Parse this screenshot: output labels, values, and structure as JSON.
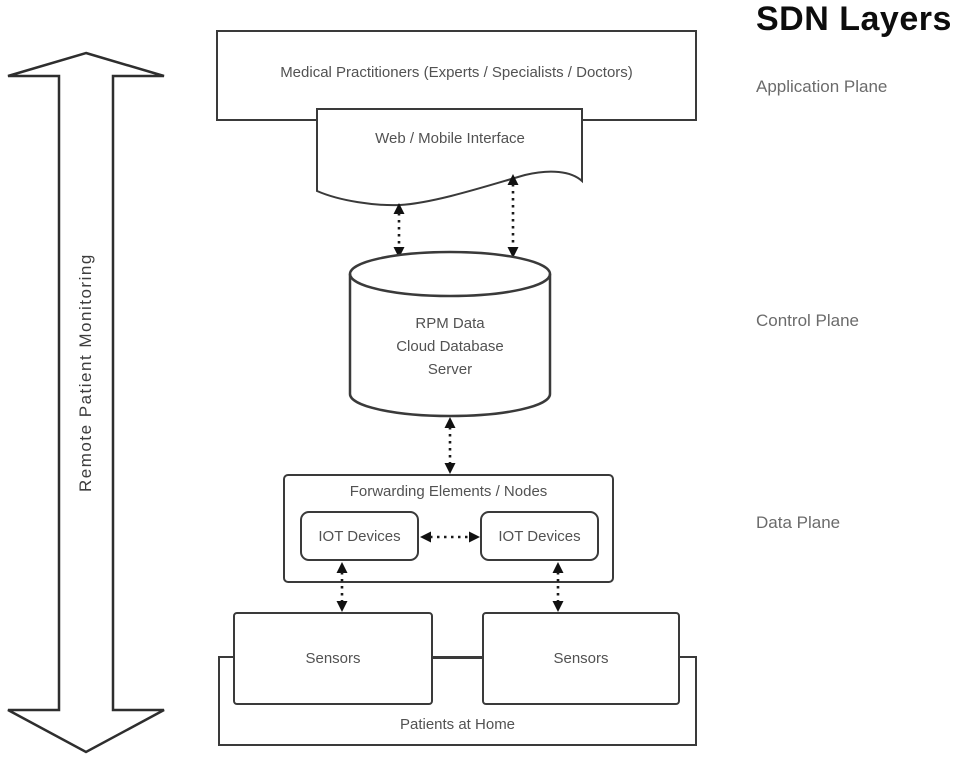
{
  "title": "SDN Layers",
  "left_arrow": {
    "label": "Remote Patient Monitoring"
  },
  "planes": [
    {
      "label": "Application Plane"
    },
    {
      "label": "Control Plane"
    },
    {
      "label": "Data Plane"
    }
  ],
  "nodes": {
    "medical_practitioners": "Medical Practitioners (Experts / Specialists / Doctors)",
    "web_mobile_interface": "Web / Mobile Interface",
    "rpm_database": {
      "line1": "RPM Data",
      "line2": "Cloud Database",
      "line3": "Server"
    },
    "forwarding_elements": "Forwarding Elements / Nodes",
    "iot_left": "IOT Devices",
    "iot_right": "IOT Devices",
    "sensors_left": "Sensors",
    "sensors_right": "Sensors",
    "patients_at_home": "Patients at Home"
  },
  "connectors": [
    "web-interface to cloud-database (dotted, double-headed, x2)",
    "cloud-database to forwarding-elements (dotted, double-headed)",
    "iot-left to iot-right (dotted, double-headed)",
    "iot-left to sensors-left (dotted, double-headed)",
    "iot-right to sensors-right (dotted, double-headed)",
    "sensors-left to sensors-right (solid line)"
  ],
  "colors": {
    "stroke": "#3a3a3a",
    "arrowhead": "#111111",
    "box_text": "#525252",
    "plane_text": "#6b6b6b",
    "title_text": "#0d0d0d"
  }
}
